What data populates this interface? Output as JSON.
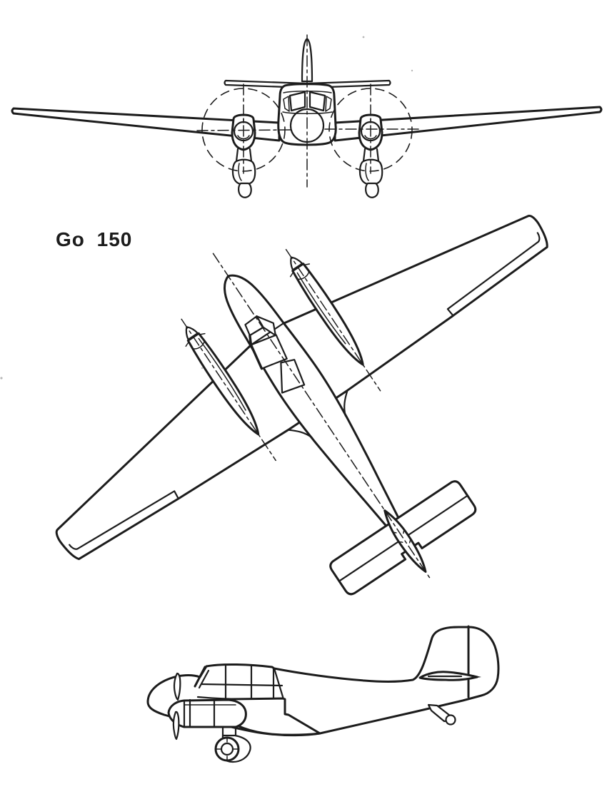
{
  "page": {
    "background_color": "#ffffff",
    "ink_color": "#1c1c1c"
  },
  "figure": {
    "designation": "Go 150",
    "views": [
      "front-view",
      "plan-view",
      "side-view"
    ]
  }
}
